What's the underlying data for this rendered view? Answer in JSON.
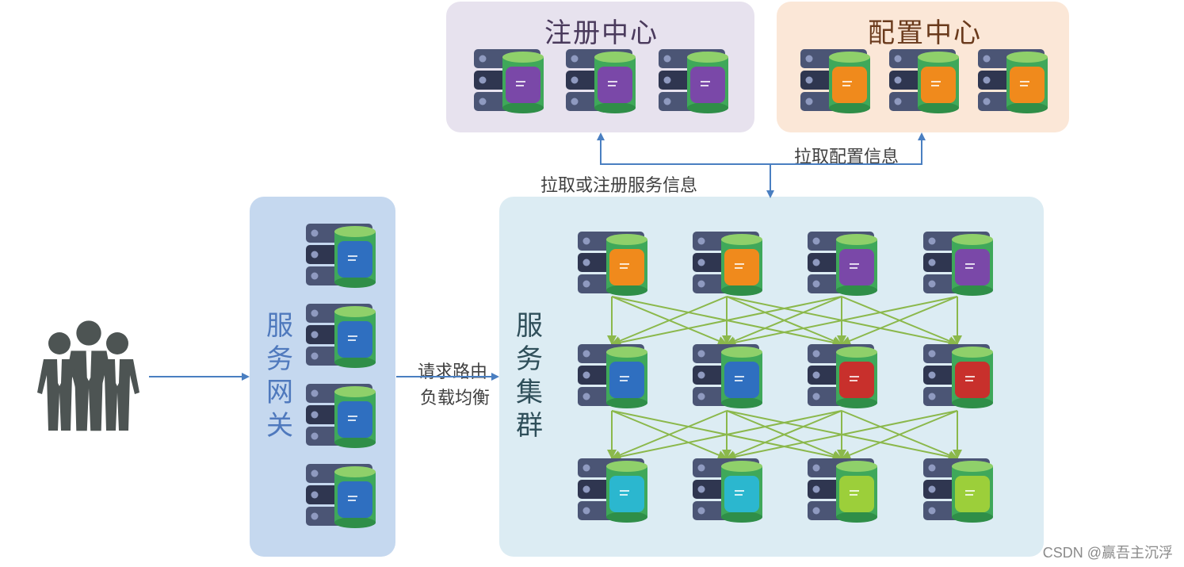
{
  "registry": {
    "title": "注册中心",
    "color": "#e7e2ee"
  },
  "config": {
    "title": "配置中心",
    "color": "#fbe7d7"
  },
  "gateway": {
    "title": "服务网关",
    "title_chars": [
      "服",
      "务",
      "网",
      "关"
    ],
    "color": "#c5d8ef",
    "title_color": "#4f79bd"
  },
  "cluster": {
    "title": "服务集群",
    "title_chars": [
      "服",
      "务",
      "集",
      "群"
    ],
    "color": "#dcecf3",
    "title_color": "#2f4f5a"
  },
  "labels": {
    "pull_config": "拉取配置信息",
    "pull_register": "拉取或注册服务信息",
    "route_line1": "请求路由",
    "route_line2": "负载均衡"
  },
  "colors": {
    "arrow_blue": "#4a7fc1",
    "arrow_green": "#8bb84b",
    "server_body": "#4b5575",
    "db_green": "#78c257"
  },
  "watermark": "CSDN @赢吾主沉浮"
}
